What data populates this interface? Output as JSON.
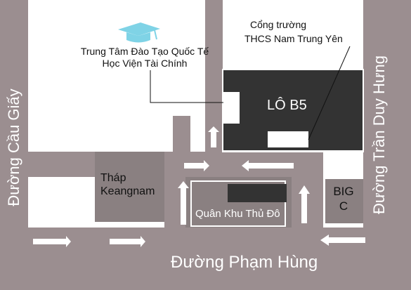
{
  "colors": {
    "road": "#9b8e90",
    "block": "#8a8081",
    "dark_block": "#333333",
    "background": "#ffffff",
    "arrow": "#ffffff",
    "icon": "#7fd3e6"
  },
  "roads": {
    "bottom": "Đường Phạm Hùng",
    "left": "Đường Cầu Giấy",
    "right": "Đường Trần Duy Hưng"
  },
  "places": {
    "training_center": {
      "line1": "Trung Tâm Đào Tạo Quốc Tế",
      "line2": "Học Viện Tài Chính",
      "icon": "graduation-cap-icon"
    },
    "gate": {
      "line1": "Cổng trường",
      "line2": "THCS Nam Trung Yên"
    },
    "lot": "LÔ B5",
    "tower": {
      "line1": "Tháp",
      "line2": "Keangnam"
    },
    "capital": "Quân Khu Thủ Đô",
    "bigc": {
      "line1": "BIG",
      "line2": "C"
    }
  }
}
